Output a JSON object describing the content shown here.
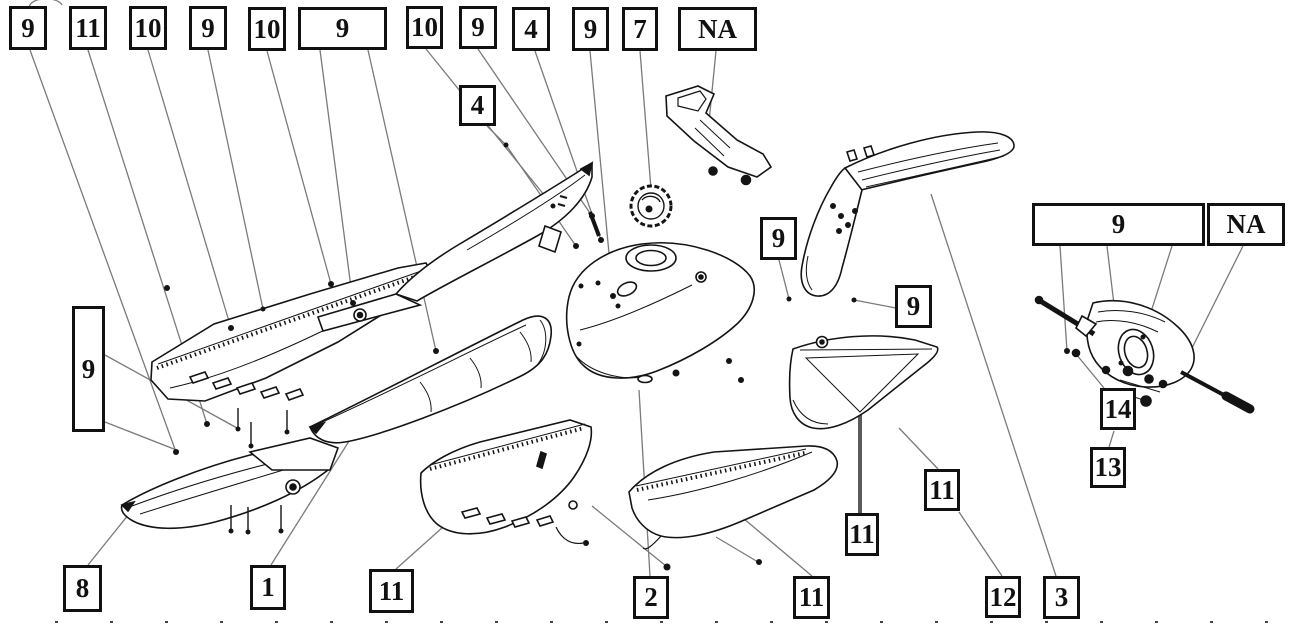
{
  "diagram": {
    "kind": "exploded-parts-diagram",
    "colors": {
      "background": "#ffffff",
      "part_line": "#141414",
      "leader_line": "#7a7a7a",
      "label_border": "#111111",
      "label_text": "#111111",
      "label_background": "#ffffff"
    },
    "callouts": [
      {
        "text": "9"
      },
      {
        "text": "11"
      },
      {
        "text": "10"
      },
      {
        "text": "9"
      },
      {
        "text": "10"
      },
      {
        "text": "9"
      },
      {
        "text": "10"
      },
      {
        "text": "9"
      },
      {
        "text": "4"
      },
      {
        "text": "9"
      },
      {
        "text": "7"
      },
      {
        "text": "NA"
      },
      {
        "text": "4"
      },
      {
        "text": "9"
      },
      {
        "text": "9"
      },
      {
        "text": "9"
      },
      {
        "text": "NA"
      },
      {
        "text": "9"
      },
      {
        "text": "8"
      },
      {
        "text": "1"
      },
      {
        "text": "11"
      },
      {
        "text": "2"
      },
      {
        "text": "11"
      },
      {
        "text": "11"
      },
      {
        "text": "11"
      },
      {
        "text": "12"
      },
      {
        "text": "3"
      },
      {
        "text": "13"
      },
      {
        "text": "14"
      }
    ],
    "parts": [
      {
        "name": "left-side-panel"
      },
      {
        "name": "left-radiator-shroud"
      },
      {
        "name": "seat"
      },
      {
        "name": "lower-left-side-panel"
      },
      {
        "name": "fuel-tank"
      },
      {
        "name": "fuel-cap"
      },
      {
        "name": "airbox-bracket"
      },
      {
        "name": "rear-fender"
      },
      {
        "name": "right-side-panel"
      },
      {
        "name": "right-lower-panel"
      },
      {
        "name": "front-fender"
      },
      {
        "name": "headlight-mask-assembly"
      }
    ]
  }
}
